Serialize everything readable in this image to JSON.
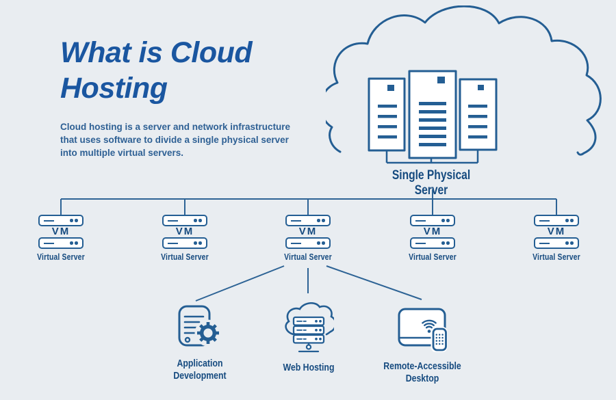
{
  "colors": {
    "background": "#e9edf1",
    "title_blue": "#1a56a0",
    "body_text_blue": "#2e6094",
    "icon_stroke_blue": "#245e93",
    "label_navy": "#154a7f",
    "icon_fill": "#ffffff"
  },
  "header": {
    "title": "What is Cloud Hosting",
    "description": "Cloud hosting is a server and network infrastructure that uses software to divide a single physical server into multiple virtual servers."
  },
  "diagram": {
    "physical_server_label": "Single Physical Server",
    "vm_label": "VM",
    "virtual_servers": [
      {
        "label": "Virtual Server"
      },
      {
        "label": "Virtual Server"
      },
      {
        "label": "Virtual Server"
      },
      {
        "label": "Virtual Server"
      },
      {
        "label": "Virtual Server"
      }
    ],
    "services": [
      {
        "label": "Application Development",
        "icon": "document-gear-icon"
      },
      {
        "label": "Web Hosting",
        "icon": "cloud-server-rack-icon"
      },
      {
        "label": "Remote-Accessible Desktop",
        "icon": "display-wifi-remote-icon"
      }
    ]
  }
}
